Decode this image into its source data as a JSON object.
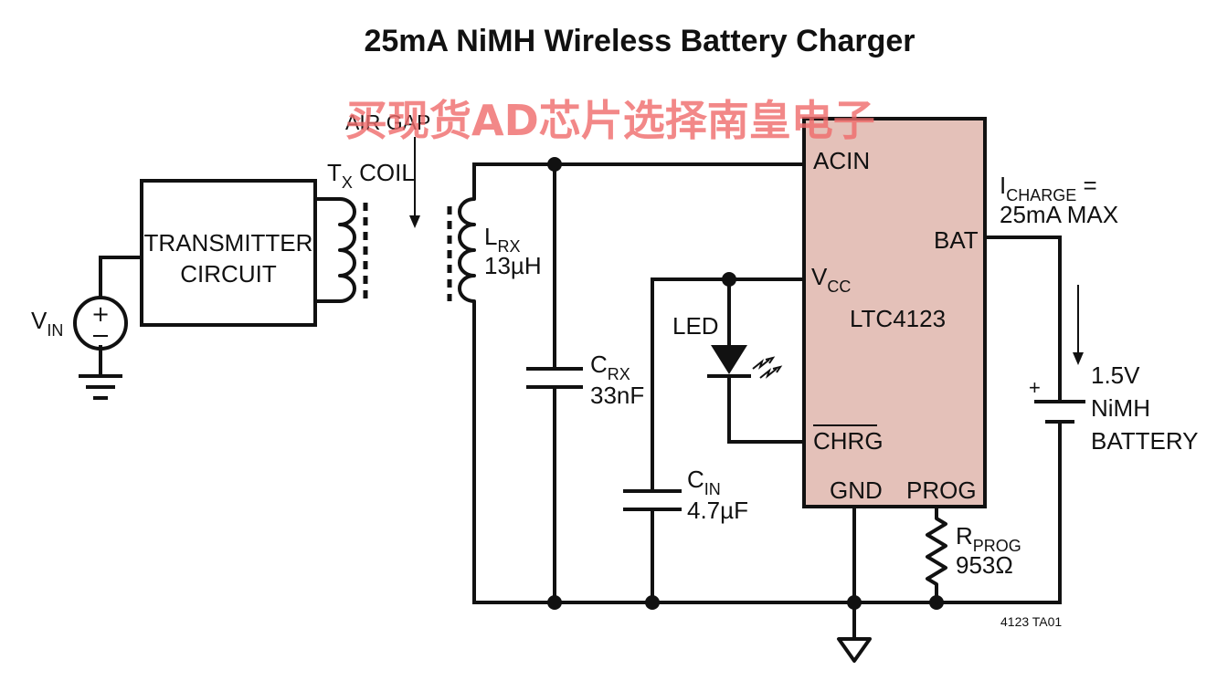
{
  "title": "25mA NiMH Wireless Battery Charger",
  "watermark": "买现货AD芯片选择南皇电子",
  "colors": {
    "ic_fill": "#e4c1b9",
    "watermark": "#f06b6b",
    "ink": "#111111"
  },
  "labels": {
    "air_gap": "AIR GAP",
    "tx_coil_main": "T",
    "tx_coil_sub": "X",
    "tx_coil_rest": " COIL",
    "transmitter_line1": "TRANSMITTER",
    "transmitter_line2": "CIRCUIT",
    "vin_main": "V",
    "vin_sub": "IN",
    "lrx_main": "L",
    "lrx_sub": "RX",
    "lrx_value": "13µH",
    "crx_main": "C",
    "crx_sub": "RX",
    "crx_value": "33nF",
    "cin_main": "C",
    "cin_sub": "IN",
    "cin_value": "4.7µF",
    "led": "LED",
    "rprog_main": "R",
    "rprog_sub": "PROG",
    "rprog_value": "953Ω",
    "icharge_main": "I",
    "icharge_sub": "CHARGE",
    "icharge_rest": " =",
    "icharge_value": "25mA MAX",
    "battery_line1": "1.5V",
    "battery_line2": "NiMH",
    "battery_line3": "BATTERY",
    "battery_plus": "+",
    "figure_id": "4123 TA01"
  },
  "ic": {
    "name": "LTC4123",
    "pins": {
      "acin": "ACIN",
      "vcc_main": "V",
      "vcc_sub": "CC",
      "chrg": "CHRG",
      "gnd": "GND",
      "prog": "PROG",
      "bat": "BAT"
    }
  }
}
